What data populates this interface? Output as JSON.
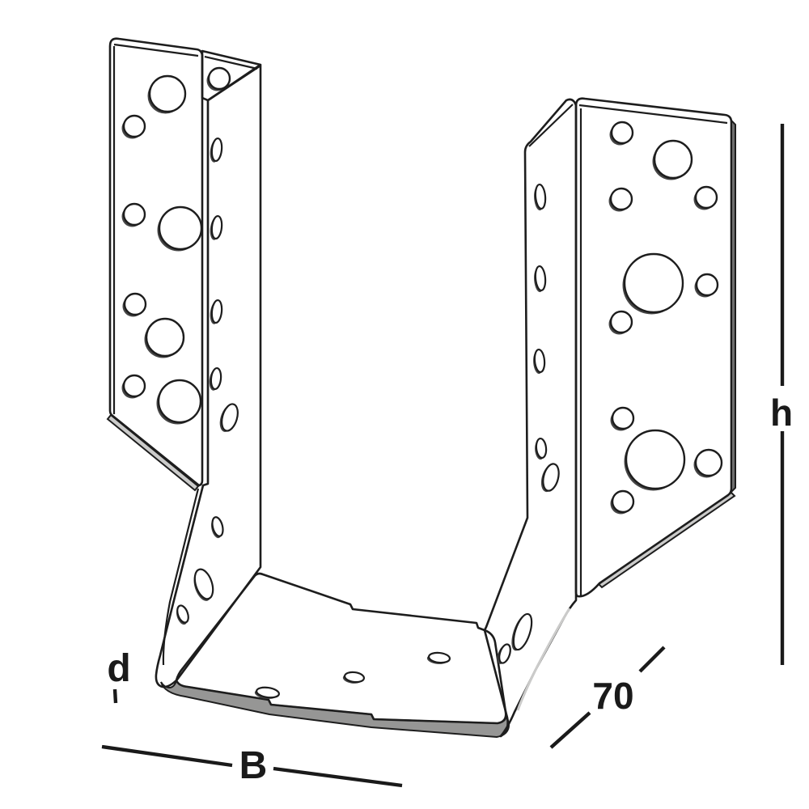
{
  "figure": {
    "type": "technical-line-drawing",
    "subject": "galvanized perforated joist hanger bracket, isometric view"
  },
  "labels": {
    "thickness": "d",
    "width": "B",
    "depth": "70",
    "height": "h"
  },
  "colors": {
    "background": "#ffffff",
    "face_light": "#d3d3d2",
    "base_light": "#d7d7d6",
    "side_left": "#a8a8a7",
    "side_right": "#9c9c9b",
    "band_mid": "#969695",
    "sliver_light": "#cbcbca",
    "edge_dark": "#6e6e6e",
    "outline": "#1d1d1d",
    "hole_shadow": "#454545",
    "hole_fill": "#ffffff",
    "label_color": "#1a1a1a"
  },
  "perforations": {
    "left_flange_circles": [
      [
        207,
        116,
        22
      ],
      [
        166,
        156,
        13
      ],
      [
        166,
        265,
        13
      ],
      [
        223,
        282,
        26
      ],
      [
        167,
        376,
        13
      ],
      [
        204,
        417,
        23
      ],
      [
        166,
        477,
        13
      ],
      [
        222,
        496,
        26
      ]
    ],
    "left_top_circle": [
      [
        271,
        97,
        13
      ]
    ],
    "right_flange_circles": [
      [
        769,
        164,
        13
      ],
      [
        832,
        197,
        23
      ],
      [
        768,
        246,
        13
      ],
      [
        873,
        244,
        13
      ],
      [
        808,
        350,
        36
      ],
      [
        874,
        352,
        13
      ],
      [
        768,
        398,
        13
      ],
      [
        770,
        517,
        13
      ],
      [
        810,
        568,
        36
      ],
      [
        876,
        572,
        16
      ],
      [
        770,
        620,
        13
      ]
    ],
    "left_side_slots": [
      [
        268,
        185,
        6,
        14,
        6
      ],
      [
        268,
        281,
        6,
        14,
        6
      ],
      [
        268,
        385,
        6,
        14,
        6
      ],
      [
        267,
        468,
        6,
        13,
        6
      ],
      [
        284,
        516,
        9,
        17,
        16
      ],
      [
        269,
        651,
        6,
        12,
        -14
      ],
      [
        252,
        722,
        10,
        19,
        -18
      ],
      [
        226,
        759,
        6,
        11,
        -20
      ]
    ],
    "right_side_slots": [
      [
        668,
        243,
        6,
        15,
        -5
      ],
      [
        668,
        344,
        6,
        15,
        -5
      ],
      [
        667,
        446,
        6,
        14,
        -5
      ],
      [
        669,
        554,
        6,
        12,
        -6
      ],
      [
        681,
        590,
        9,
        17,
        14
      ],
      [
        646,
        781,
        9,
        23,
        18
      ],
      [
        624,
        808,
        6,
        12,
        18
      ]
    ],
    "base_slots": [
      [
        331,
        856,
        14,
        6,
        8
      ],
      [
        438,
        837,
        12,
        6,
        7
      ],
      [
        543,
        813,
        13,
        6,
        6
      ]
    ]
  }
}
